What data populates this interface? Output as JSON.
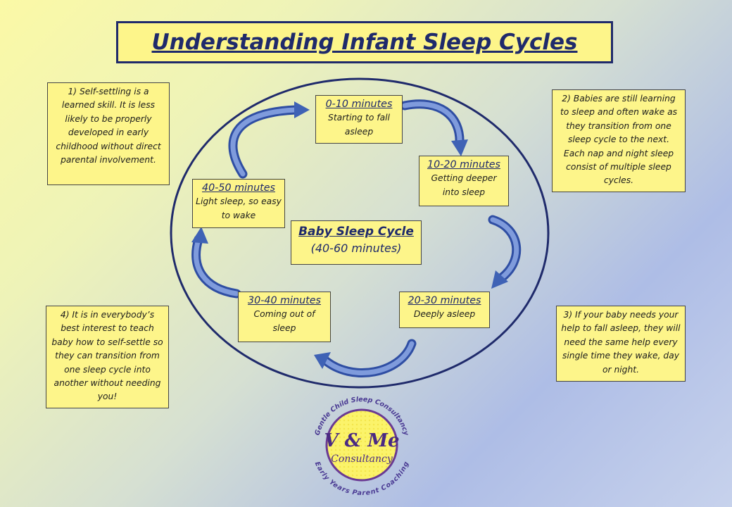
{
  "title": "Understanding Infant Sleep Cycles",
  "center": {
    "title": "Baby Sleep Cycle",
    "subtitle": "(40-60 minutes)"
  },
  "stages": [
    {
      "time": "0-10 minutes",
      "desc": "Starting to fall asleep"
    },
    {
      "time": "10-20 minutes",
      "desc": "Getting deeper into sleep"
    },
    {
      "time": "20-30 minutes",
      "desc": "Deeply asleep"
    },
    {
      "time": "30-40 minutes",
      "desc": "Coming out of sleep"
    },
    {
      "time": "40-50 minutes",
      "desc": "Light sleep, so easy to wake"
    }
  ],
  "notes": [
    "1) Self-settling is a learned skill. It is less likely to be properly developed in early childhood without direct parental involvement.",
    "2) Babies are still learning to sleep and often wake as they transition from one sleep cycle to the next. Each nap and night sleep consist of multiple sleep cycles.",
    "3) If your baby needs your help to fall asleep, they will need the same help every single time they wake, day or night.",
    "4) It is in everybody’s best interest to teach baby how to self-settle so they can transition from one sleep cycle into another without needing you!"
  ],
  "logo": {
    "top_arc": "Gentle Child Sleep Consultancy",
    "main": "V & Me",
    "sub": "Consultancy",
    "bottom_arc": "Early Years Parent Coaching"
  },
  "colors": {
    "box_fill": "#fdf58a",
    "navy": "#1f2a6b",
    "arrow": "#3f62b5"
  }
}
